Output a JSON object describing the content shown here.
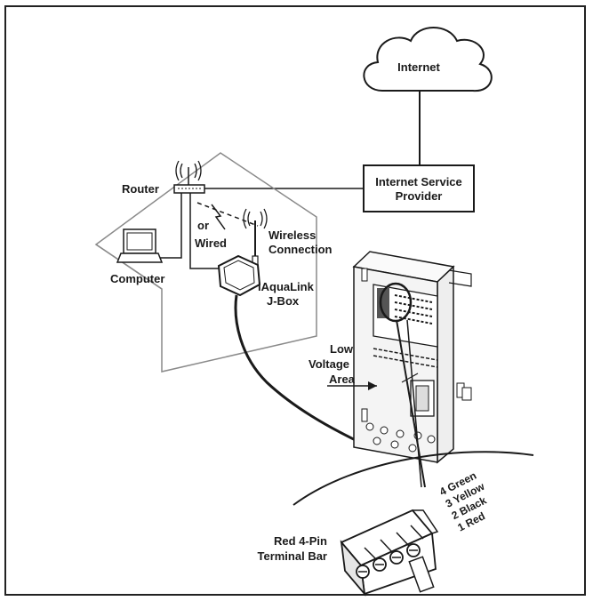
{
  "labels": {
    "internet": "Internet",
    "isp_line1": "Internet Service",
    "isp_line2": "Provider",
    "router": "Router",
    "or": "or",
    "wired": "Wired",
    "wireless_line1": "Wireless",
    "wireless_line2": "Connection",
    "computer": "Computer",
    "jbox_line1": "iAquaLink",
    "jbox_line2": "J-Box",
    "lowvolt_line1": "Low",
    "lowvolt_line2": "Voltage",
    "lowvolt_line3": "Area",
    "terminal_line1": "Red 4-Pin",
    "terminal_line2": "Terminal Bar"
  },
  "pins": [
    "4 Green",
    "3 Yellow",
    "2 Black",
    "1 Red"
  ],
  "colors": {
    "ink": "#1a1a1a",
    "panel": "#f4f4f4"
  }
}
